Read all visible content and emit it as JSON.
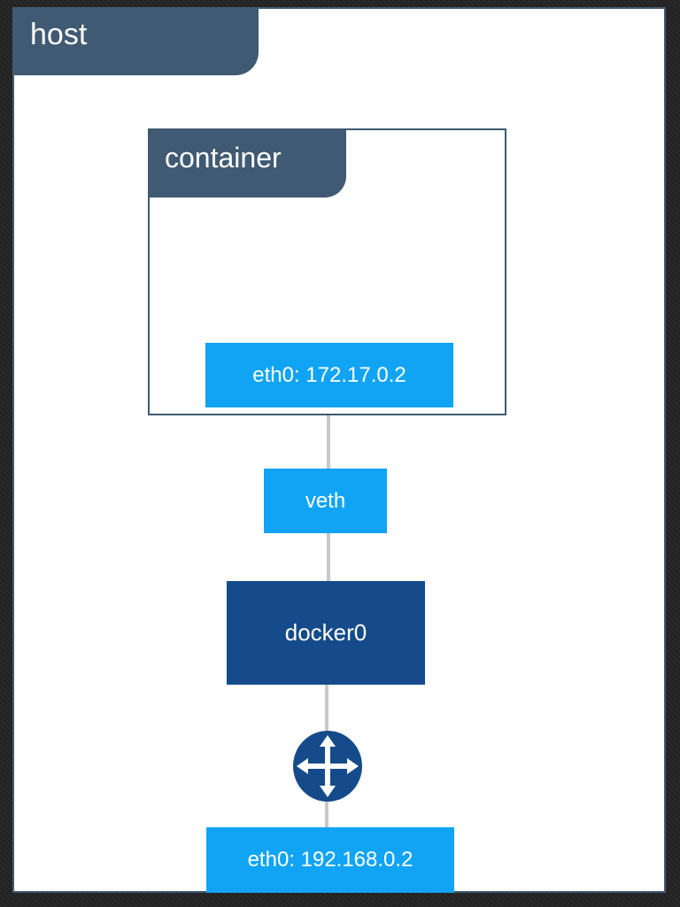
{
  "host": {
    "label": "host"
  },
  "container": {
    "label": "container",
    "interface_label": "eth0: 172.17.0.2"
  },
  "veth": {
    "label": "veth"
  },
  "bridge": {
    "label": "docker0"
  },
  "router": {
    "icon": "router-icon"
  },
  "host_interface": {
    "label": "eth0: 192.168.0.2"
  },
  "colors": {
    "host_tab": "#3f5a72",
    "interface": "#11a4f4",
    "bridge": "#154b8a",
    "router": "#154b8a",
    "link": "#c8c8c8"
  }
}
